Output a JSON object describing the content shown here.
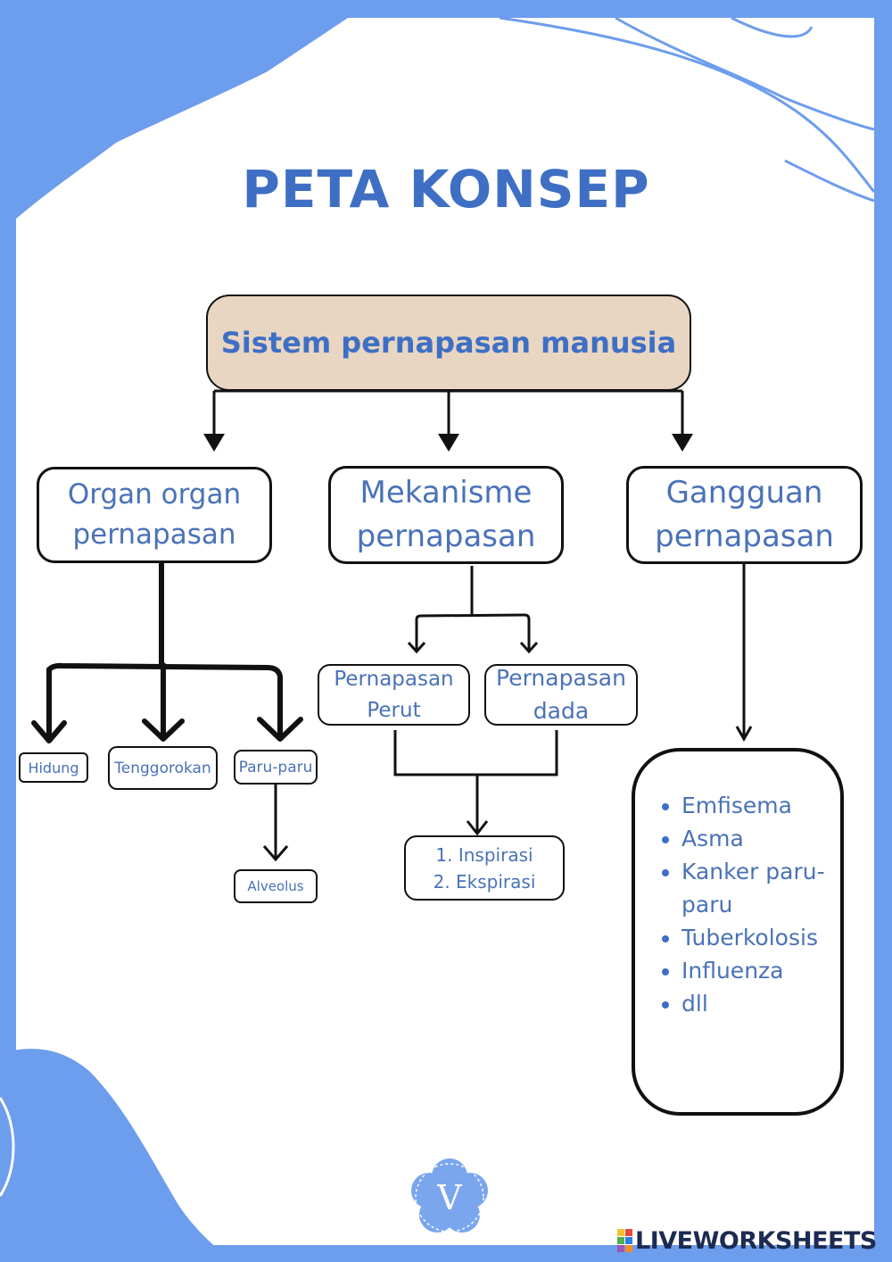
{
  "title": "PETA KONSEP",
  "root": "Sistem pernapasan manusia",
  "branches": {
    "organ": "Organ organ pernapasan",
    "mekanisme": "Mekanisme pernapasan",
    "gangguan": "Gangguan pernapasan"
  },
  "organ_items": {
    "hidung": "Hidung",
    "tenggorokan": "Tenggorokan",
    "paru": "Paru-paru",
    "alveolus": "Alveolus"
  },
  "mekanisme_items": {
    "perut": "Pernapasan Perut",
    "dada": "Pernapasan dada",
    "result_lines": [
      "1. Inspirasi",
      "2. Ekspirasi"
    ]
  },
  "gangguan_items": [
    "Emfisema",
    "Asma",
    "Kanker paru-paru",
    "Tuberkolosis",
    "Influenza",
    "dll"
  ],
  "badge_letter": "V",
  "watermark": "LIVEWORKSHEETS",
  "colors": {
    "frame_blue": "#6d9ded",
    "title_blue": "#3e6fc4",
    "text_blue": "#4a72b8",
    "root_fill": "#e8d6c2"
  }
}
